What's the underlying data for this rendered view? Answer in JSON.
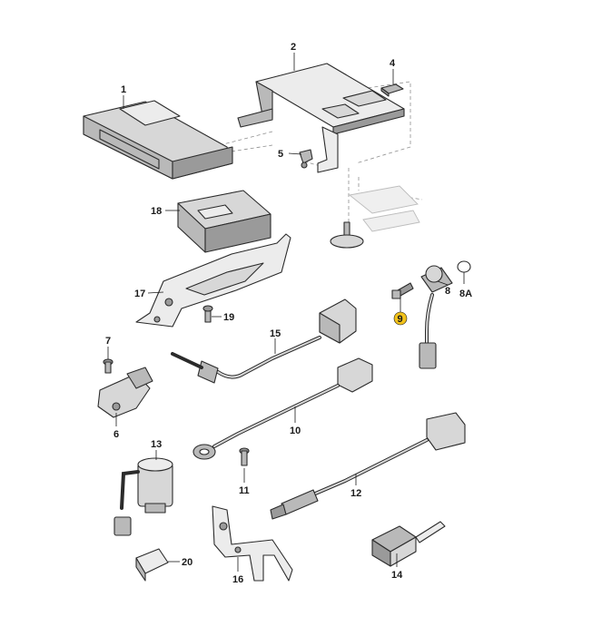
{
  "diagram": {
    "callouts": [
      {
        "id": "1",
        "label": "1"
      },
      {
        "id": "2",
        "label": "2"
      },
      {
        "id": "4",
        "label": "4"
      },
      {
        "id": "5",
        "label": "5"
      },
      {
        "id": "18",
        "label": "18"
      },
      {
        "id": "8",
        "label": "8"
      },
      {
        "id": "8A",
        "label": "8A"
      },
      {
        "id": "9",
        "label": "9"
      },
      {
        "id": "17",
        "label": "17"
      },
      {
        "id": "19",
        "label": "19"
      },
      {
        "id": "15",
        "label": "15"
      },
      {
        "id": "7",
        "label": "7"
      },
      {
        "id": "6",
        "label": "6"
      },
      {
        "id": "10",
        "label": "10"
      },
      {
        "id": "13",
        "label": "13"
      },
      {
        "id": "11",
        "label": "11"
      },
      {
        "id": "12",
        "label": "12"
      },
      {
        "id": "20",
        "label": "20"
      },
      {
        "id": "16",
        "label": "16"
      },
      {
        "id": "14",
        "label": "14"
      }
    ],
    "highlight_color": "#f2c21a",
    "ink_color": "#1a1a1a"
  }
}
